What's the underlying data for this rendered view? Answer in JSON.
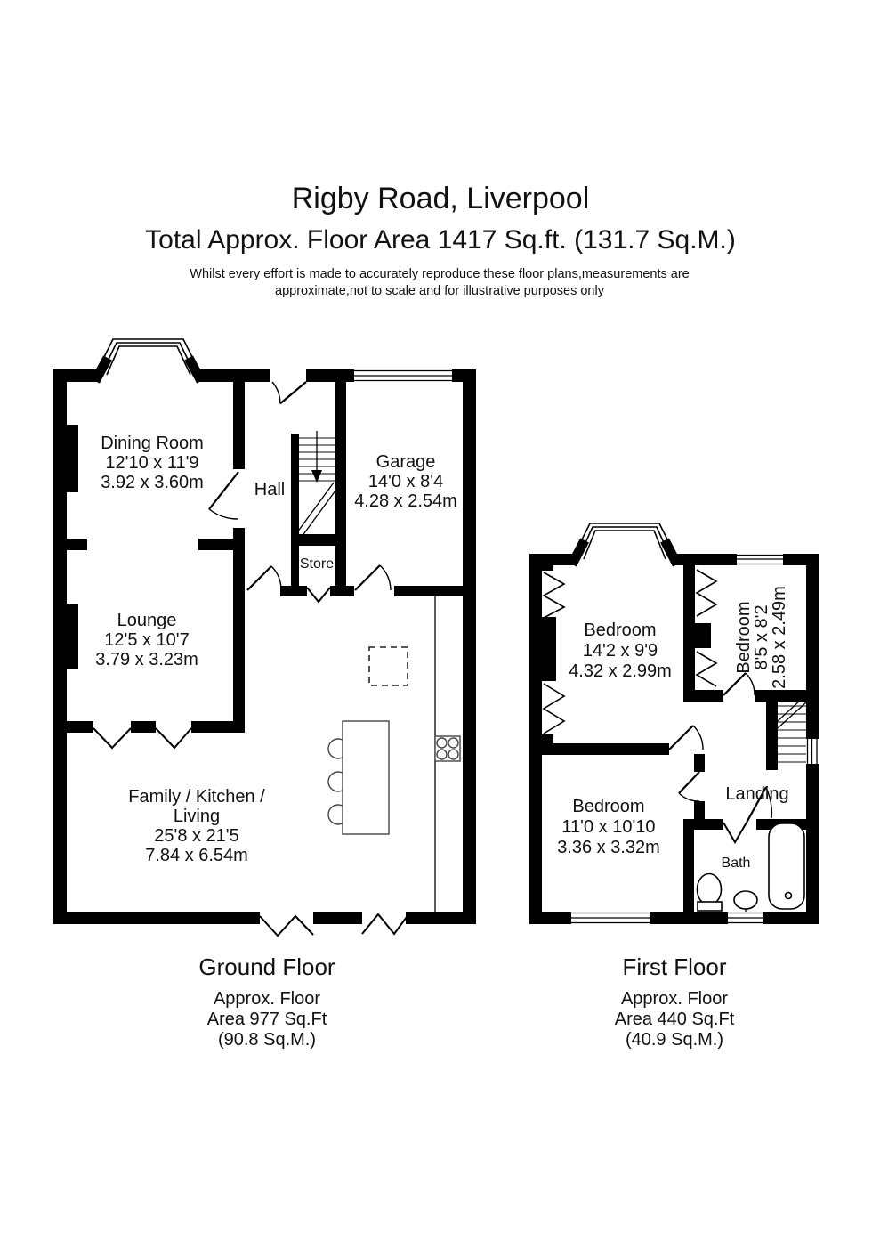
{
  "header": {
    "title": "Rigby Road, Liverpool",
    "subtitle": "Total Approx. Floor Area 1417 Sq.ft. (131.7 Sq.M.)",
    "disclaimer_line1": "Whilst every effort is made to accurately reproduce these floor plans,measurements are",
    "disclaimer_line2": "approximate,not to scale and for illustrative purposes only"
  },
  "ground_floor": {
    "caption": "Ground Floor",
    "area_line1": "Approx. Floor",
    "area_line2": "Area 977 Sq.Ft",
    "area_line3": "(90.8 Sq.M.)",
    "rooms": {
      "dining": {
        "name": "Dining Room",
        "imperial": "12'10 x 11'9",
        "metric": "3.92 x 3.60m"
      },
      "hall": {
        "name": "Hall"
      },
      "garage": {
        "name": "Garage",
        "imperial": "14'0 x 8'4",
        "metric": "4.28 x 2.54m"
      },
      "store": {
        "name": "Store"
      },
      "lounge": {
        "name": "Lounge",
        "imperial": "12'5 x 10'7",
        "metric": "3.79 x 3.23m"
      },
      "family": {
        "name_line1": "Family / Kitchen /",
        "name_line2": "Living",
        "imperial": "25'8 x 21'5",
        "metric": "7.84 x 6.54m"
      }
    }
  },
  "first_floor": {
    "caption": "First Floor",
    "area_line1": "Approx. Floor",
    "area_line2": "Area 440 Sq.Ft",
    "area_line3": "(40.9 Sq.M.)",
    "rooms": {
      "bedroom1": {
        "name": "Bedroom",
        "imperial": "14'2 x 9'9",
        "metric": "4.32 x 2.99m"
      },
      "bedroom2": {
        "name": "Bedroom",
        "imperial": "8'5 x 8'2",
        "metric": "2.58 x 2.49m"
      },
      "bedroom3": {
        "name": "Bedroom",
        "imperial": "11'0 x 10'10",
        "metric": "3.36 x 3.32m"
      },
      "landing": {
        "name": "Landing"
      },
      "bath": {
        "name": "Bath"
      }
    }
  },
  "colors": {
    "wall": "#000000",
    "background": "#ffffff",
    "text": "#111111"
  }
}
